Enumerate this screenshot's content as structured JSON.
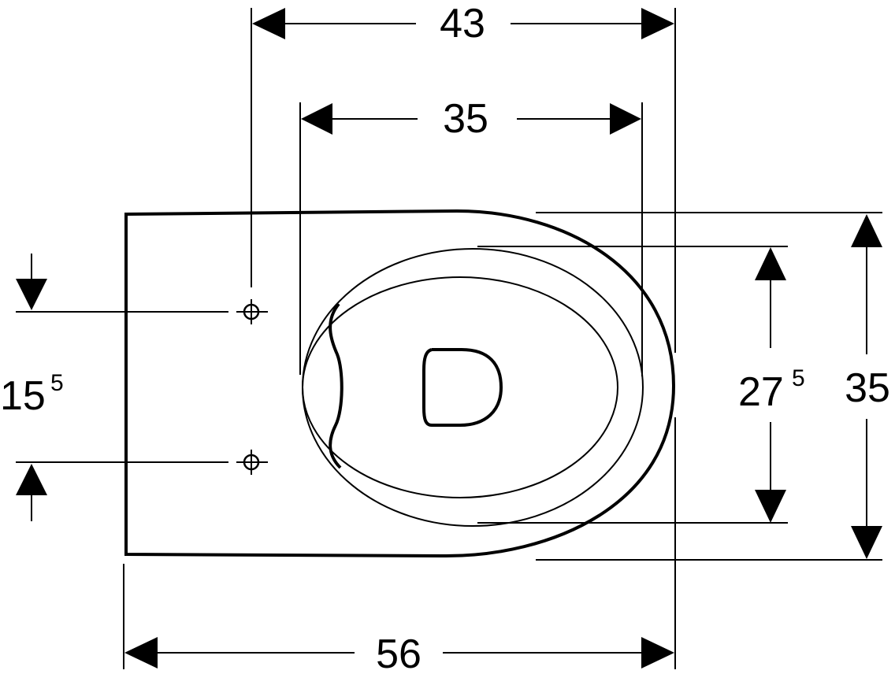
{
  "dimensions": {
    "width_outer": {
      "value": "43"
    },
    "width_inner": {
      "value": "35"
    },
    "length_total": {
      "value": "56"
    },
    "height_total": {
      "value": "35"
    },
    "opening_height": {
      "base": "27",
      "superscript": "5"
    },
    "fixing_spacing": {
      "base": "15",
      "superscript": "5"
    }
  }
}
